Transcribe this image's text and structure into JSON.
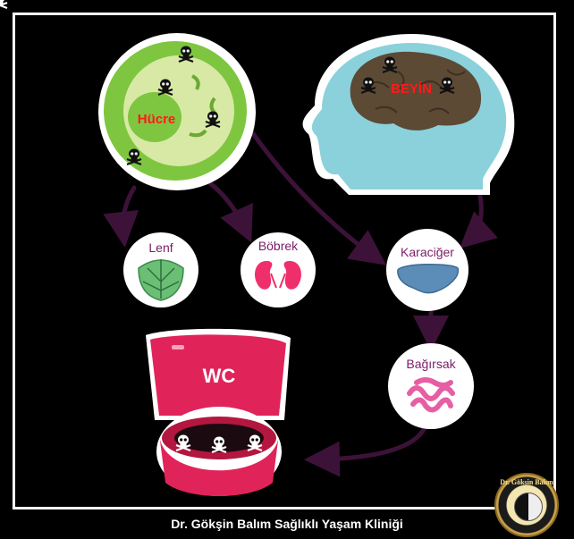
{
  "labels": {
    "cell": "Hücre",
    "brain": "BEYİN",
    "lymph": "Lenf",
    "kidney": "Böbrek",
    "liver": "Karaciğer",
    "intestine": "Bağırsak",
    "toilet": "WC"
  },
  "footer": "Dr. Gökşin Balım Sağlıklı Yaşam Kliniği",
  "logo_text": "Dr. Gökşin Balım",
  "colors": {
    "arrow": "#3d1238",
    "cell_green": "#7ec63f",
    "cell_light": "#d7e9a4",
    "brain_brown": "#5c4a35",
    "head_teal": "#8bd1dc",
    "label_red": "#ff1a1a",
    "label_purple": "#7a1c66",
    "toilet_red": "#e0245a",
    "liver_blue": "#5b8db8",
    "kidney_pink": "#ef2f6b",
    "intestine_pink": "#e65fa4",
    "lymph_green": "#6abf74"
  }
}
